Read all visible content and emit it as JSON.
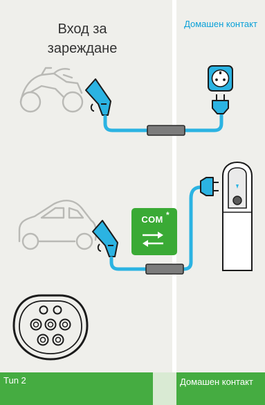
{
  "charging_inlet": {
    "title": "Вход за зареждане"
  },
  "home_outlet": {
    "title": "Домашен контакт"
  },
  "com_badge": {
    "label": "COM",
    "footnote_mark": "*"
  },
  "footer": {
    "connector_type": "Tun 2",
    "home_outlet_label": "Домашен контакт"
  },
  "colors": {
    "cable": "#2bb3e2",
    "panel_background": "#efefeb",
    "footer_green": "#45ac41",
    "com_green": "#3aaa35",
    "title_blue": "#0aa0d8"
  },
  "icons": [
    "motorcycle-outline-icon",
    "type2-charging-plug-icon",
    "household-socket-icon",
    "schuko-plug-icon",
    "car-outline-icon",
    "wallbox-charging-station-icon",
    "swap-arrows-icon",
    "type2-socket-face-icon"
  ]
}
